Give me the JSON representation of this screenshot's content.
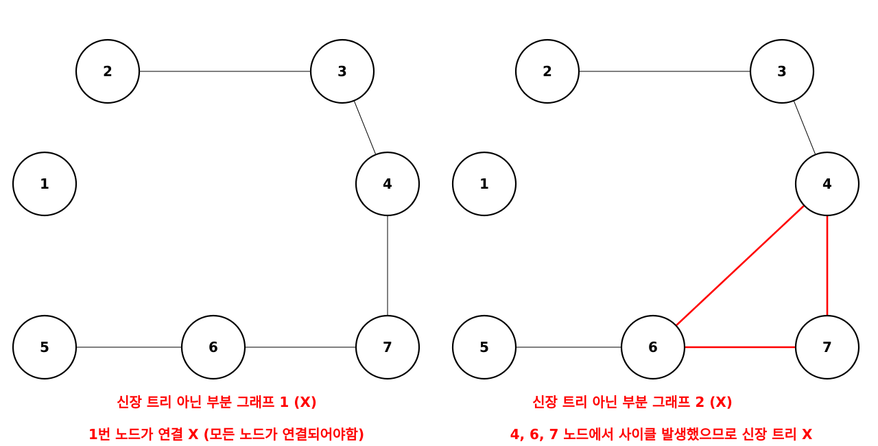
{
  "graphs": [
    {
      "nodes": [
        "1",
        "2",
        "3",
        "4",
        "5",
        "6",
        "7"
      ],
      "edges": [
        [
          "2",
          "3"
        ],
        [
          "3",
          "4"
        ],
        [
          "4",
          "7"
        ],
        [
          "5",
          "6"
        ],
        [
          "6",
          "7"
        ]
      ],
      "highlight_edges": [],
      "caption_line1": "신장 트리 아닌 부분 그래프 1 (X)",
      "caption_line2": "1번 노드가 연결 X (모든 노드가 연결되어야함)"
    },
    {
      "nodes": [
        "1",
        "2",
        "3",
        "4",
        "5",
        "6",
        "7"
      ],
      "edges": [
        [
          "2",
          "3"
        ],
        [
          "3",
          "4"
        ],
        [
          "5",
          "6"
        ]
      ],
      "highlight_edges": [
        [
          "4",
          "6"
        ],
        [
          "4",
          "7"
        ],
        [
          "6",
          "7"
        ]
      ],
      "caption_line1": "신장 트리 아닌 부분 그래프 2 (X)",
      "caption_line2": "4, 6, 7 노드에서 사이클 발생했으므로 신장 트리 X"
    }
  ],
  "colors": {
    "node_stroke": "#000000",
    "edge": "#000000",
    "cycle_edge": "#ff0000",
    "caption": "#ff0000"
  }
}
